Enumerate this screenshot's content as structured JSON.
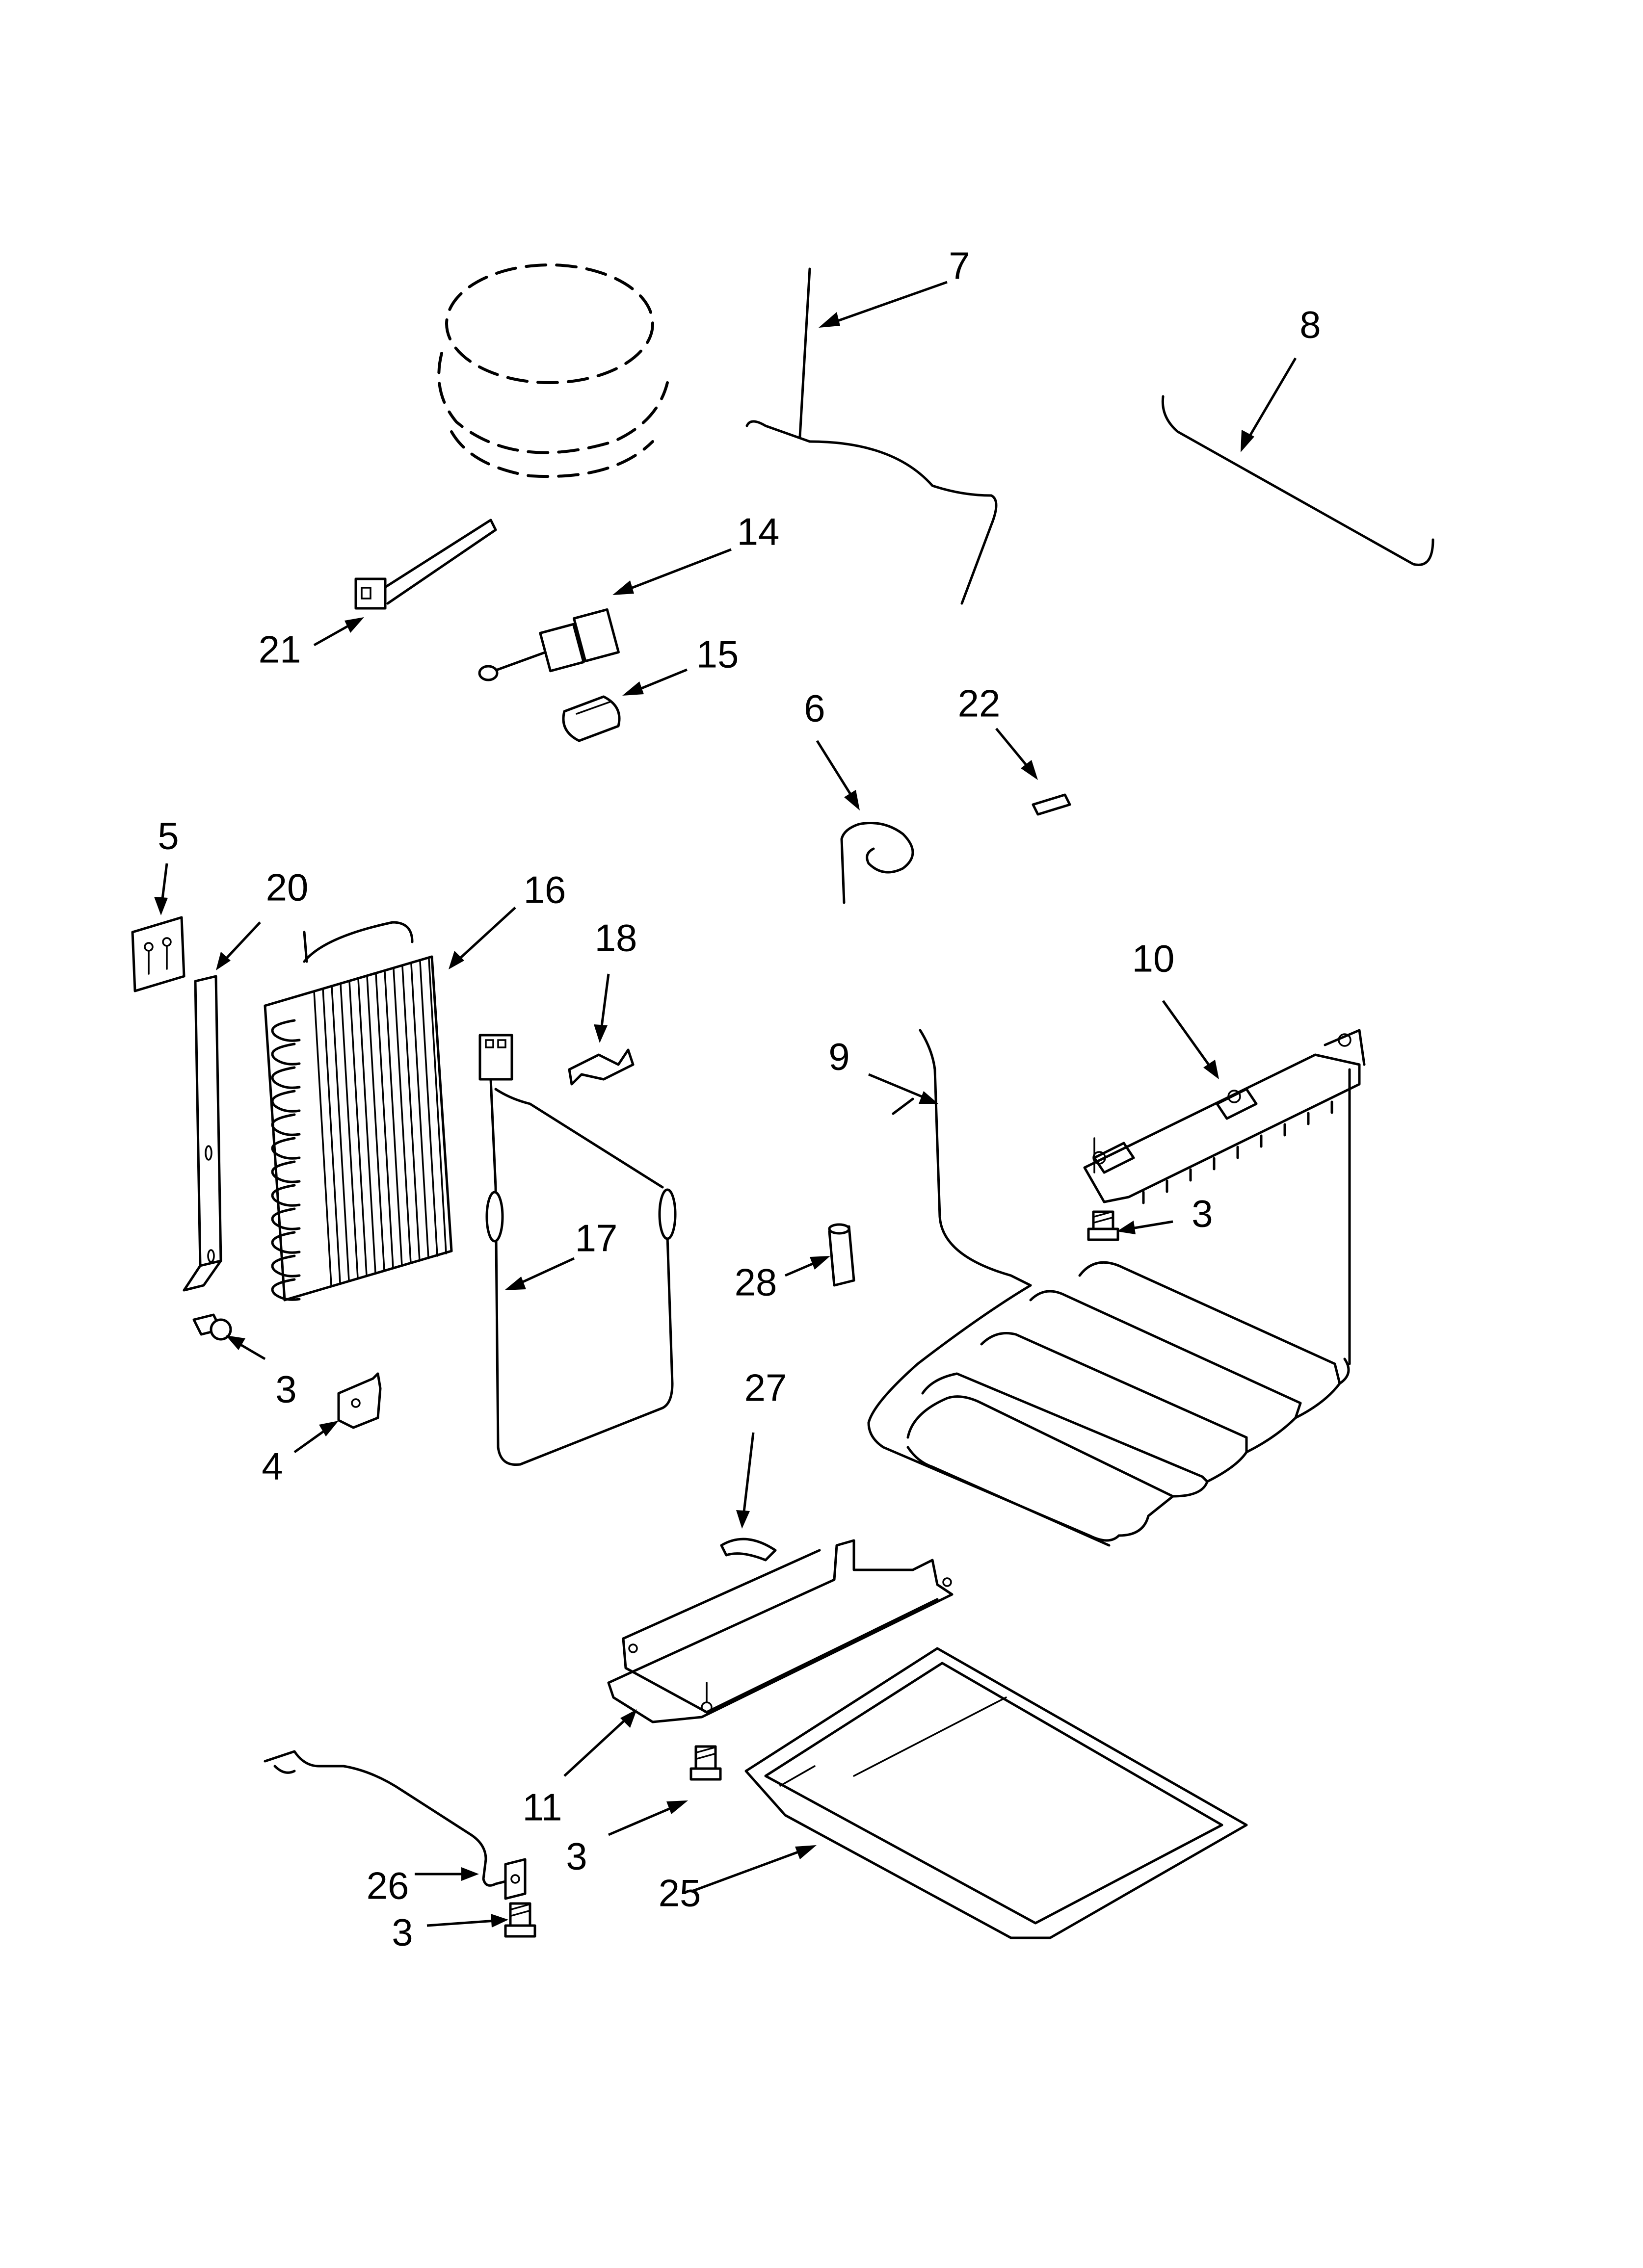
{
  "callouts": [
    {
      "id": "c7",
      "text": "7"
    },
    {
      "id": "c8",
      "text": "8"
    },
    {
      "id": "c14",
      "text": "14"
    },
    {
      "id": "c21",
      "text": "21"
    },
    {
      "id": "c15",
      "text": "15"
    },
    {
      "id": "c6",
      "text": "6"
    },
    {
      "id": "c22",
      "text": "22"
    },
    {
      "id": "c5",
      "text": "5"
    },
    {
      "id": "c20",
      "text": "20"
    },
    {
      "id": "c16",
      "text": "16"
    },
    {
      "id": "c18",
      "text": "18"
    },
    {
      "id": "c10",
      "text": "10"
    },
    {
      "id": "c9",
      "text": "9"
    },
    {
      "id": "c3a",
      "text": "3"
    },
    {
      "id": "c17",
      "text": "17"
    },
    {
      "id": "c28",
      "text": "28"
    },
    {
      "id": "c3b",
      "text": "3"
    },
    {
      "id": "c4",
      "text": "4"
    },
    {
      "id": "c27",
      "text": "27"
    },
    {
      "id": "c11",
      "text": "11"
    },
    {
      "id": "c3c",
      "text": "3"
    },
    {
      "id": "c26",
      "text": "26"
    },
    {
      "id": "c25",
      "text": "25"
    },
    {
      "id": "c3d",
      "text": "3"
    }
  ],
  "colors": {
    "line": "#000000",
    "background": "#ffffff"
  }
}
